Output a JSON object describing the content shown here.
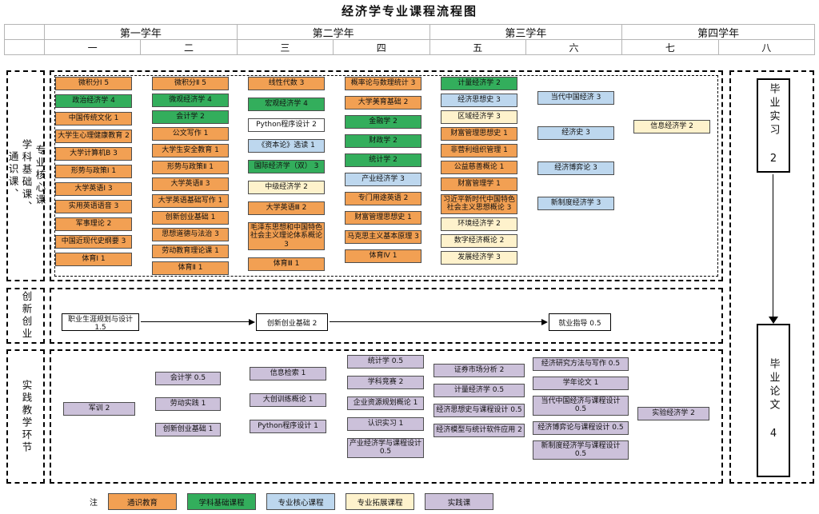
{
  "title": "经济学专业课程流程图",
  "legend_note": "注",
  "legend_order": [
    "general",
    "foundation",
    "core",
    "extension",
    "practice"
  ],
  "categories": {
    "general": {
      "label": "通识教育",
      "color": "#F2A053"
    },
    "foundation": {
      "label": "学科基础课程",
      "color": "#33AE5C"
    },
    "core": {
      "label": "专业核心课程",
      "color": "#BDD7EE"
    },
    "extension": {
      "label": "专业拓展课程",
      "color": "#FEF2CC"
    },
    "practice": {
      "label": "实践课",
      "color": "#CCC1DA"
    },
    "plain": {
      "label": "",
      "color": "#FFFFFF"
    }
  },
  "header": {
    "years": [
      {
        "label": "第一学年",
        "semesters": [
          "一",
          "二"
        ]
      },
      {
        "label": "第二学年",
        "semesters": [
          "三",
          "四"
        ]
      },
      {
        "label": "第三学年",
        "semesters": [
          "五",
          "六"
        ]
      },
      {
        "label": "第四学年",
        "semesters": [
          "七",
          "八"
        ]
      }
    ]
  },
  "bands": {
    "main": {
      "side_label_lines": [
        "通识课、",
        "学科基础课、",
        "专业核心课"
      ],
      "columns": [
        {
          "courses": [
            {
              "label": "微积分Ⅰ 5",
              "cat": "general"
            },
            {
              "label": "政治经济学 4",
              "cat": "foundation"
            },
            {
              "label": "中国传统文化 1",
              "cat": "general"
            },
            {
              "label": "大学生心理健康教育 2",
              "cat": "general"
            },
            {
              "label": "大学计算机B 3",
              "cat": "general"
            },
            {
              "label": "形势与政策Ⅰ 1",
              "cat": "general"
            },
            {
              "label": "大学英语Ⅰ 3",
              "cat": "general"
            },
            {
              "label": "实用英语语音 3",
              "cat": "general"
            },
            {
              "label": "军事理论 2",
              "cat": "general"
            },
            {
              "label": "中国近现代史纲要 3",
              "cat": "general"
            },
            {
              "label": "体育Ⅰ 1",
              "cat": "general"
            }
          ]
        },
        {
          "courses": [
            {
              "label": "微积分Ⅱ 5",
              "cat": "general"
            },
            {
              "label": "微观经济学 4",
              "cat": "foundation"
            },
            {
              "label": "会计学 2",
              "cat": "foundation"
            },
            {
              "label": "公文写作 1",
              "cat": "general"
            },
            {
              "label": "大学生安全教育 1",
              "cat": "general"
            },
            {
              "label": "形势与政策Ⅱ 1",
              "cat": "general"
            },
            {
              "label": "大学英语Ⅱ 3",
              "cat": "general"
            },
            {
              "label": "大学英语基础写作 1",
              "cat": "general"
            },
            {
              "label": "创新创业基础 1",
              "cat": "general"
            },
            {
              "label": "思想道德与法治 3",
              "cat": "general"
            },
            {
              "label": "劳动教育理论课 1",
              "cat": "general"
            },
            {
              "label": "体育Ⅱ 1",
              "cat": "general"
            }
          ]
        },
        {
          "courses": [
            {
              "label": "线性代数 3",
              "cat": "general"
            },
            {
              "label": "宏观经济学 4",
              "cat": "foundation"
            },
            {
              "label": "Python程序设计 2",
              "cat": "plain"
            },
            {
              "label": "《资本论》选读 1",
              "cat": "core"
            },
            {
              "label": "国际经济学（双） 3",
              "cat": "foundation"
            },
            {
              "label": "中级经济学 2",
              "cat": "extension"
            },
            {
              "label": "大学英语Ⅲ 2",
              "cat": "general"
            },
            {
              "label": "毛泽东思想和中国特色社会主义理论体系概论 3",
              "cat": "general"
            },
            {
              "label": "体育Ⅲ 1",
              "cat": "general"
            }
          ]
        },
        {
          "courses": [
            {
              "label": "概率论与数理统计 3",
              "cat": "general"
            },
            {
              "label": "大学美育基础 2",
              "cat": "general"
            },
            {
              "label": "金融学 2",
              "cat": "foundation"
            },
            {
              "label": "财政学 2",
              "cat": "foundation"
            },
            {
              "label": "统计学 2",
              "cat": "foundation"
            },
            {
              "label": "产业经济学 3",
              "cat": "core"
            },
            {
              "label": "专门用途英语 2",
              "cat": "general"
            },
            {
              "label": "财富管理思想史 1",
              "cat": "general"
            },
            {
              "label": "马克思主义基本原理 3",
              "cat": "general"
            },
            {
              "label": "体育Ⅳ 1",
              "cat": "general"
            }
          ]
        },
        {
          "courses": [
            {
              "label": "计量经济学 2",
              "cat": "foundation"
            },
            {
              "label": "经济思想史 3",
              "cat": "core"
            },
            {
              "label": "区域经济学 3",
              "cat": "extension"
            },
            {
              "label": "财富管理思想史 1",
              "cat": "general"
            },
            {
              "label": "非营利组织管理 1",
              "cat": "general"
            },
            {
              "label": "公益慈善概论 1",
              "cat": "general"
            },
            {
              "label": "财富管理学 1",
              "cat": "general"
            },
            {
              "label": "习近平新时代中国特色社会主义思想概论 3",
              "cat": "general"
            },
            {
              "label": "环境经济学 2",
              "cat": "extension"
            },
            {
              "label": "数字经济概论 2",
              "cat": "extension"
            },
            {
              "label": "发展经济学 3",
              "cat": "extension"
            }
          ]
        },
        {
          "courses": [
            {
              "label": "当代中国经济 3",
              "cat": "core"
            },
            {
              "label": "经济史 3",
              "cat": "core"
            },
            {
              "label": "经济博弈论 3",
              "cat": "core"
            },
            {
              "label": "新制度经济学 3",
              "cat": "core"
            }
          ]
        },
        {
          "courses": [
            {
              "label": "信息经济学 2",
              "cat": "extension"
            }
          ]
        }
      ]
    },
    "innovation": {
      "side_label": "创新创业",
      "nodes": [
        {
          "label": "职业生涯规划与设计 1.5"
        },
        {
          "label": "创新创业基础 2"
        },
        {
          "label": "就业指导 0.5"
        }
      ]
    },
    "practice": {
      "side_label": "实践教学环节",
      "columns": [
        {
          "courses": [
            {
              "label": "军训 2",
              "cat": "practice"
            }
          ]
        },
        {
          "courses": [
            {
              "label": "会计学 0.5",
              "cat": "practice"
            },
            {
              "label": "劳动实践 1",
              "cat": "practice"
            },
            {
              "label": "创新创业基础 1",
              "cat": "practice"
            }
          ]
        },
        {
          "courses": [
            {
              "label": "信息检索 1",
              "cat": "practice"
            },
            {
              "label": "大创训练概论 1",
              "cat": "practice"
            },
            {
              "label": "Python程序设计 1",
              "cat": "practice"
            }
          ]
        },
        {
          "courses": [
            {
              "label": "统计学 0.5",
              "cat": "practice"
            },
            {
              "label": "学科竞赛 2",
              "cat": "practice"
            },
            {
              "label": "企业资源规划概论 1",
              "cat": "practice"
            },
            {
              "label": "认识实习 1",
              "cat": "practice"
            },
            {
              "label": "产业经济学与课程设计 0.5",
              "cat": "practice"
            }
          ]
        },
        {
          "courses": [
            {
              "label": "证券市场分析 2",
              "cat": "practice"
            },
            {
              "label": "计量经济学 0.5",
              "cat": "practice"
            },
            {
              "label": "经济思想史与课程设计 0.5",
              "cat": "practice"
            },
            {
              "label": "经济模型与统计软件应用 2",
              "cat": "practice"
            }
          ]
        },
        {
          "courses": [
            {
              "label": "经济研究方法与写作 0.5",
              "cat": "practice"
            },
            {
              "label": "学年论文 1",
              "cat": "practice"
            },
            {
              "label": "当代中国经济与课程设计 0.5",
              "cat": "practice"
            },
            {
              "label": "经济博弈论与课程设计 0.5",
              "cat": "practice"
            },
            {
              "label": "新制度经济学与课程设计 0.5",
              "cat": "practice"
            }
          ]
        },
        {
          "courses": [
            {
              "label": "实验经济学 2",
              "cat": "practice"
            }
          ]
        }
      ]
    }
  },
  "right_rail": {
    "internship": {
      "label": "毕业实习 2"
    },
    "thesis": {
      "label": "毕业论文 4"
    }
  }
}
